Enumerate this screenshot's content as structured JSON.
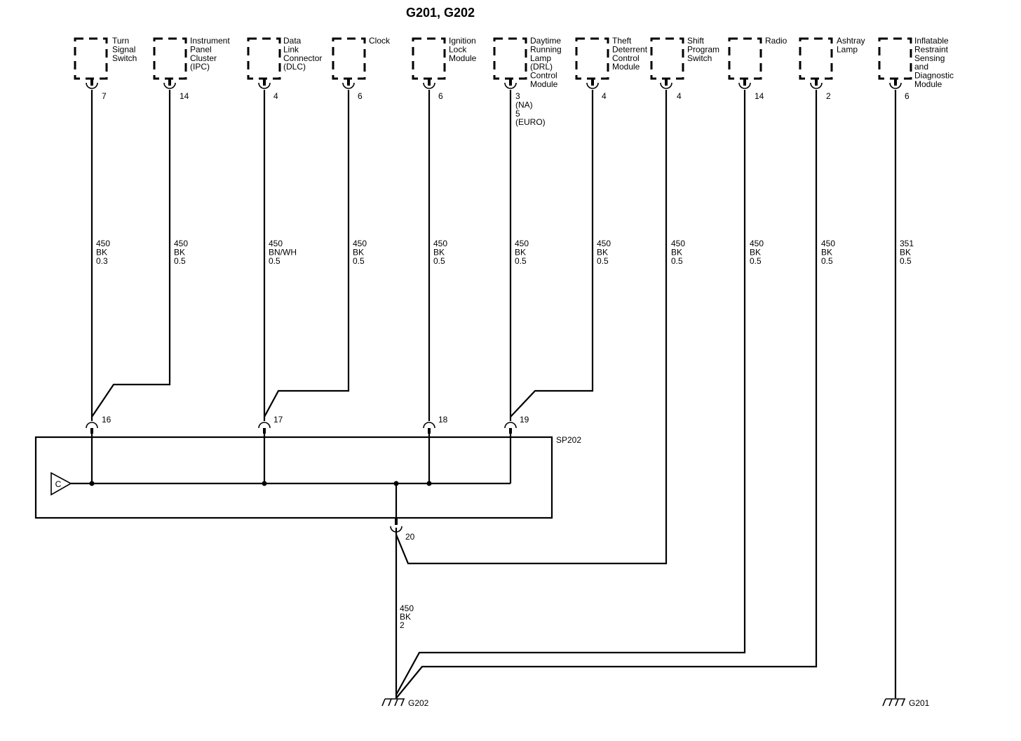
{
  "title": "G201, G202",
  "components": [
    {
      "id": "turn-signal-switch",
      "lines": [
        "Turn",
        "Signal",
        "Switch"
      ],
      "pin": "7",
      "wire": [
        "450",
        "BK",
        "0.3"
      ]
    },
    {
      "id": "ipc",
      "lines": [
        "Instrument",
        "Panel",
        "Cluster",
        "(IPC)"
      ],
      "pin": "14",
      "wire": [
        "450",
        "BK",
        "0.5"
      ]
    },
    {
      "id": "dlc",
      "lines": [
        "Data",
        "Link",
        "Connector",
        "(DLC)"
      ],
      "pin": "4",
      "wire": [
        "450",
        "BN/WH",
        "0.5"
      ]
    },
    {
      "id": "clock",
      "lines": [
        "Clock"
      ],
      "pin": "6",
      "wire": [
        "450",
        "BK",
        "0.5"
      ]
    },
    {
      "id": "ignition-lock-module",
      "lines": [
        "Ignition",
        "Lock",
        "Module"
      ],
      "pin": "6",
      "wire": [
        "450",
        "BK",
        "0.5"
      ]
    },
    {
      "id": "drl-control-module",
      "lines": [
        "Daytime",
        "Running",
        "Lamp",
        "(DRL)",
        "Control",
        "Module"
      ],
      "pin": [
        "3",
        "(NA)",
        "5",
        "(EURO)"
      ],
      "wire": [
        "450",
        "BK",
        "0.5"
      ]
    },
    {
      "id": "theft-deterrent-control-module",
      "lines": [
        "Theft",
        "Deterrent",
        "Control",
        "Module"
      ],
      "pin": "4",
      "wire": [
        "450",
        "BK",
        "0.5"
      ]
    },
    {
      "id": "shift-program-switch",
      "lines": [
        "Shift",
        "Program",
        "Switch"
      ],
      "pin": "4",
      "wire": [
        "450",
        "BK",
        "0.5"
      ]
    },
    {
      "id": "radio",
      "lines": [
        "Radio"
      ],
      "pin": "14",
      "wire": [
        "450",
        "BK",
        "0.5"
      ]
    },
    {
      "id": "ashtray-lamp",
      "lines": [
        "Ashtray",
        "Lamp"
      ],
      "pin": "2",
      "wire": [
        "450",
        "BK",
        "0.5"
      ]
    },
    {
      "id": "inflatable-restraint-sdm",
      "lines": [
        "Inflatable",
        "Restraint",
        "Sensing",
        "and",
        "Diagnostic",
        "Module"
      ],
      "pin": "6",
      "wire": [
        "351",
        "BK",
        "0.5"
      ]
    }
  ],
  "splice": {
    "name": "SP202",
    "marker": "C",
    "pins": [
      "16",
      "17",
      "18",
      "19"
    ],
    "output_pin": "20",
    "output_wire": [
      "450",
      "BK",
      "2"
    ]
  },
  "grounds": [
    "G202",
    "G201"
  ]
}
